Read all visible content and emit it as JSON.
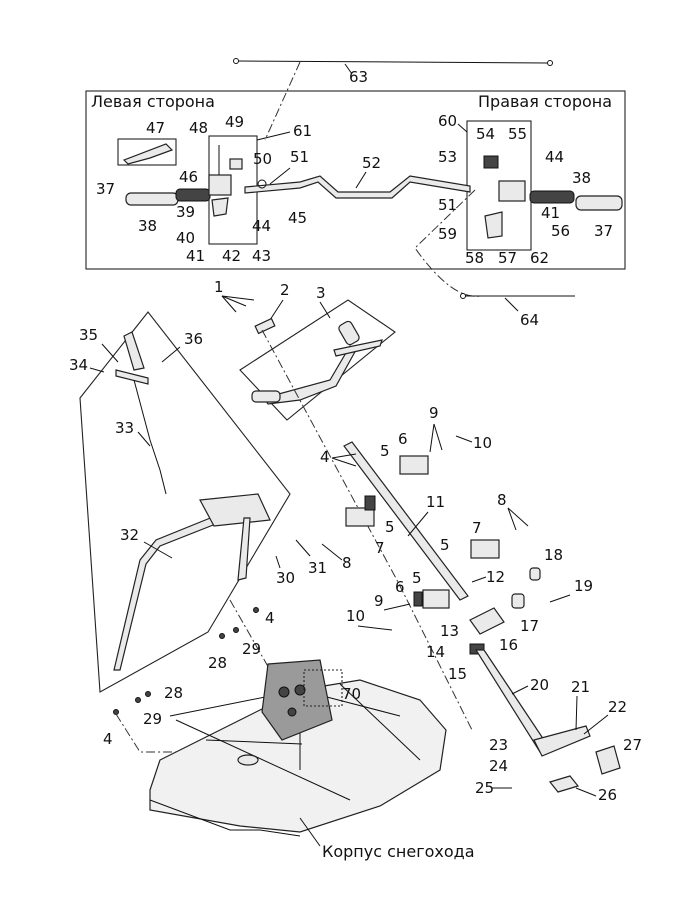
{
  "titles": {
    "left_side": "Левая сторона",
    "right_side": "Правая сторона",
    "body": "Корпус снегохода"
  },
  "callouts": {
    "c63": "63",
    "c64": "64",
    "c47": "47",
    "c48": "48",
    "c49": "49",
    "c61": "61",
    "c50": "50",
    "c51a": "51",
    "c37a": "37",
    "c46": "46",
    "c38a": "38",
    "c39": "39",
    "c45": "45",
    "c44a": "44",
    "c40": "40",
    "c41a": "41",
    "c42": "42",
    "c43": "43",
    "c52": "52",
    "c60": "60",
    "c54": "54",
    "c55": "55",
    "c53": "53",
    "c44b": "44",
    "c38b": "38",
    "c51b": "51",
    "c41b": "41",
    "c59": "59",
    "c56": "56",
    "c37b": "37",
    "c58": "58",
    "c57": "57",
    "c62": "62",
    "c1": "1",
    "c2": "2",
    "c3": "3",
    "c35": "35",
    "c36": "36",
    "c34": "34",
    "c33": "33",
    "c4a": "4",
    "c5a": "5",
    "c6a": "6",
    "c9a": "9",
    "c10a": "10",
    "c11": "11",
    "c8a": "8",
    "c5b": "5",
    "c7a": "7",
    "c8b": "8",
    "c7b": "7",
    "c5c": "5",
    "c32": "32",
    "c30": "30",
    "c31": "31",
    "c12": "12",
    "c18": "18",
    "c19": "19",
    "c6b": "6",
    "c5d": "5",
    "c9b": "9",
    "c10b": "10",
    "c13": "13",
    "c17": "17",
    "c4b": "4",
    "c29a": "29",
    "c28a": "28",
    "c14": "14",
    "c16": "16",
    "c15": "15",
    "c70": "70",
    "c20": "20",
    "c21": "21",
    "c22": "22",
    "c28b": "28",
    "c29b": "29",
    "c4c": "4",
    "c23": "23",
    "c27": "27",
    "c24": "24",
    "c25": "25",
    "c26": "26"
  }
}
